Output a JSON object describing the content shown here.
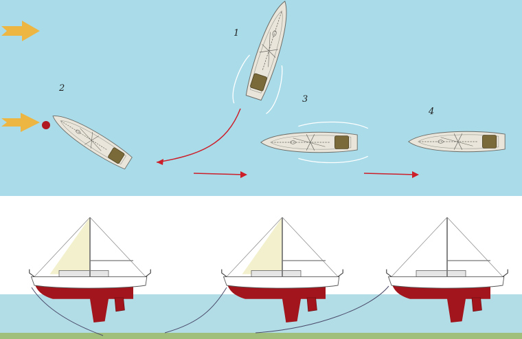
{
  "steps": [
    {
      "label": "1"
    },
    {
      "label": "2"
    },
    {
      "label": "3"
    },
    {
      "label": "4"
    }
  ],
  "colors": {
    "water_top": "#a9dbe9",
    "water_bottom": "#b2dde6",
    "hull_red": "#a3151c",
    "deck": "#e9e5da",
    "deck_stroke": "#6b6b66",
    "hatch": "#7a6a3a",
    "wind_arrow": "#f0b43a",
    "path_red": "#cc1f2a",
    "buoy": "#b01822",
    "seabed": "#9fbf7a",
    "sail": "#f2f0c8"
  },
  "icons": {
    "wind": "wind-arrow-icon",
    "buoy": "mooring-buoy-icon"
  }
}
